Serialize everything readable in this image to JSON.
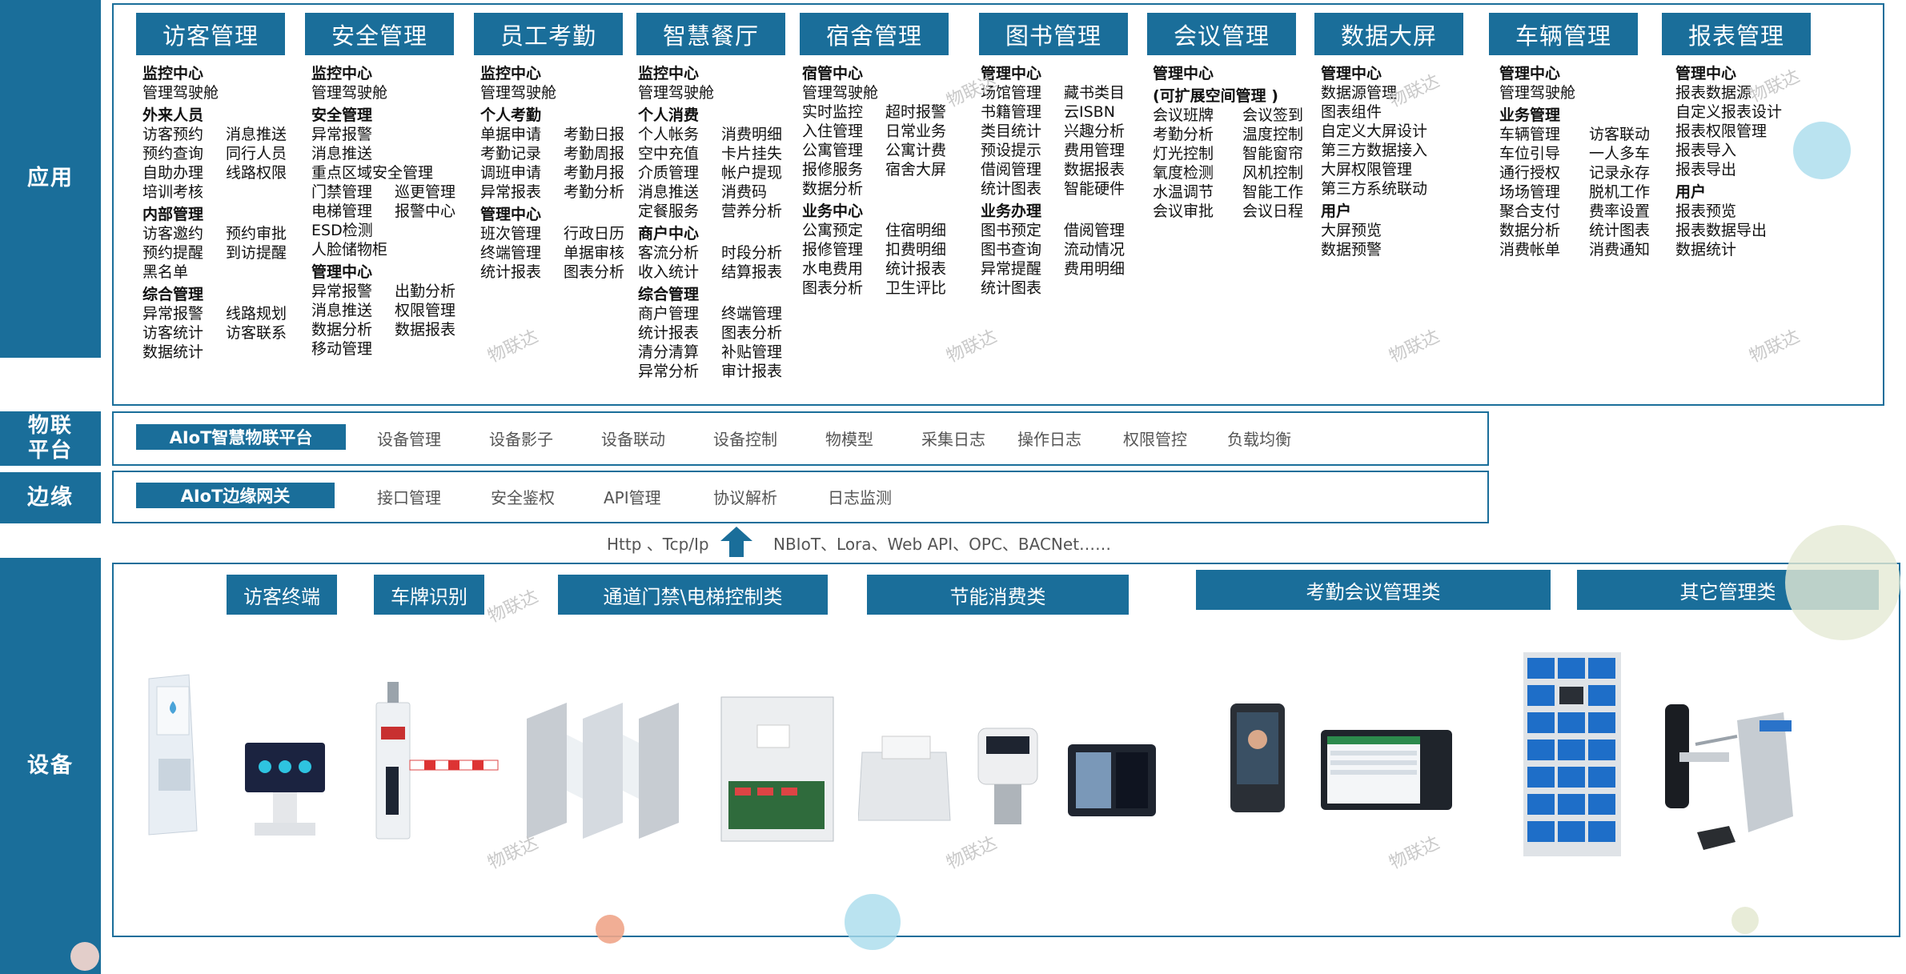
{
  "layers": {
    "app": "应用",
    "iot": "物联\n平台",
    "edge": "边缘",
    "device": "设备"
  },
  "modules": [
    {
      "title": "访客管理",
      "groups": [
        {
          "name": "监控中心",
          "items": [
            [
              "管理驾驶舱"
            ]
          ]
        },
        {
          "name": "外来人员",
          "items": [
            [
              "访客预约",
              "消息推送"
            ],
            [
              "预约查询",
              "同行人员"
            ],
            [
              "自助办理",
              "线路权限"
            ],
            [
              "培训考核"
            ]
          ]
        },
        {
          "name": "内部管理",
          "items": [
            [
              "访客邀约",
              "预约审批"
            ],
            [
              "预约提醒",
              "到访提醒"
            ],
            [
              "黑名单"
            ]
          ]
        },
        {
          "name": "综合管理",
          "items": [
            [
              "异常报警",
              "线路规划"
            ],
            [
              "访客统计",
              "访客联系"
            ],
            [
              "数据统计"
            ]
          ]
        }
      ]
    },
    {
      "title": "安全管理",
      "groups": [
        {
          "name": "监控中心",
          "items": [
            [
              "管理驾驶舱"
            ]
          ]
        },
        {
          "name": "安全管理",
          "items": [
            [
              "异常报警"
            ],
            [
              "消息推送"
            ],
            [
              "重点区域安全管理"
            ],
            [
              "门禁管理",
              "巡更管理"
            ],
            [
              "电梯管理",
              "报警中心"
            ],
            [
              "ESD检测"
            ],
            [
              "人脸储物柜"
            ]
          ]
        },
        {
          "name": "管理中心",
          "items": [
            [
              "异常报警",
              "出勤分析"
            ],
            [
              "消息推送",
              "权限管理"
            ],
            [
              "数据分析",
              "数据报表"
            ],
            [
              "移动管理"
            ]
          ]
        }
      ]
    },
    {
      "title": "员工考勤",
      "groups": [
        {
          "name": "监控中心",
          "items": [
            [
              "管理驾驶舱"
            ]
          ]
        },
        {
          "name": "个人考勤",
          "items": [
            [
              "单据申请",
              "考勤日报"
            ],
            [
              "考勤记录",
              "考勤周报"
            ],
            [
              "调班申请",
              "考勤月报"
            ],
            [
              "异常报表",
              "考勤分析"
            ]
          ]
        },
        {
          "name": "管理中心",
          "items": [
            [
              "班次管理",
              "行政日历"
            ],
            [
              "终端管理",
              "单据审核"
            ],
            [
              "统计报表",
              "图表分析"
            ]
          ]
        }
      ]
    },
    {
      "title": "智慧餐厅",
      "groups": [
        {
          "name": "监控中心",
          "items": [
            [
              "管理驾驶舱"
            ]
          ]
        },
        {
          "name": "个人消费",
          "items": [
            [
              "个人帐务",
              "消费明细"
            ],
            [
              "空中充值",
              "卡片挂失"
            ],
            [
              "介质管理",
              "帐户提现"
            ],
            [
              "消息推送",
              "消费码"
            ],
            [
              "定餐服务",
              "营养分析"
            ]
          ]
        },
        {
          "name": "商户中心",
          "items": [
            [
              "客流分析",
              "时段分析"
            ],
            [
              "收入统计",
              "结算报表"
            ]
          ]
        },
        {
          "name": "综合管理",
          "items": [
            [
              "商户管理",
              "终端管理"
            ],
            [
              "统计报表",
              "图表分析"
            ],
            [
              "清分清算",
              "补贴管理"
            ],
            [
              "异常分析",
              "审计报表"
            ]
          ]
        }
      ]
    },
    {
      "title": "宿舍管理",
      "groups": [
        {
          "name": "宿管中心",
          "items": [
            [
              "管理驾驶舱"
            ],
            [
              "实时监控",
              "超时报警"
            ],
            [
              "入住管理",
              "日常业务"
            ],
            [
              "公寓管理",
              "公寓计费"
            ],
            [
              "报修服务",
              "宿舍大屏"
            ],
            [
              "数据分析"
            ]
          ]
        },
        {
          "name": "业务中心",
          "items": [
            [
              "公寓预定",
              "住宿明细"
            ],
            [
              "报修管理",
              "扣费明细"
            ],
            [
              "水电费用",
              "统计报表"
            ],
            [
              "图表分析",
              "卫生评比"
            ]
          ]
        }
      ]
    },
    {
      "title": "图书管理",
      "groups": [
        {
          "name": "管理中心",
          "items": [
            [
              "场馆管理",
              "藏书类目"
            ],
            [
              "书籍管理",
              "云ISBN"
            ],
            [
              "类目统计",
              "兴趣分析"
            ],
            [
              "预设提示",
              "费用管理"
            ],
            [
              "借阅管理",
              "数据报表"
            ],
            [
              "统计图表",
              "智能硬件"
            ]
          ]
        },
        {
          "name": "业务办理",
          "items": [
            [
              "图书预定",
              "借阅管理"
            ],
            [
              "图书查询",
              "流动情况"
            ],
            [
              "异常提醒",
              "费用明细"
            ],
            [
              "统计图表"
            ]
          ]
        }
      ]
    },
    {
      "title": "会议管理",
      "groups": [
        {
          "name": "管理中心",
          "items": []
        },
        {
          "name": "(可扩展空间管理 )",
          "items": [
            [
              "会议班牌",
              "会议签到"
            ],
            [
              "考勤分析",
              "温度控制"
            ],
            [
              "灯光控制",
              "智能窗帘"
            ],
            [
              "氧度检测",
              "风机控制"
            ],
            [
              "水温调节",
              "智能工作"
            ],
            [
              "会议审批",
              "会议日程"
            ]
          ]
        }
      ]
    },
    {
      "title": "数据大屏",
      "groups": [
        {
          "name": "管理中心",
          "items": [
            [
              "数据源管理"
            ],
            [
              "图表组件"
            ],
            [
              "自定义大屏设计"
            ],
            [
              "第三方数据接入"
            ],
            [
              "大屏权限管理"
            ],
            [
              "第三方系统联动"
            ]
          ]
        },
        {
          "name": "用户",
          "items": [
            [
              "大屏预览"
            ],
            [
              "数据预警"
            ]
          ]
        }
      ]
    },
    {
      "title": "车辆管理",
      "groups": [
        {
          "name": "管理中心",
          "items": [
            [
              "管理驾驶舱"
            ]
          ]
        },
        {
          "name": "业务管理",
          "items": [
            [
              "车辆管理",
              "访客联动"
            ],
            [
              "车位引导",
              "一人多车"
            ],
            [
              "通行授权",
              "记录永存"
            ],
            [
              "场场管理",
              "脱机工作"
            ],
            [
              "聚合支付",
              "费率设置"
            ],
            [
              "数据分析",
              "统计图表"
            ],
            [
              "消费帐单",
              "消费通知"
            ]
          ]
        }
      ]
    },
    {
      "title": "报表管理",
      "groups": [
        {
          "name": "管理中心",
          "items": [
            [
              "报表数据源"
            ],
            [
              "自定义报表设计"
            ],
            [
              "报表权限管理"
            ],
            [
              "报表导入"
            ],
            [
              "报表导出"
            ]
          ]
        },
        {
          "name": "用户",
          "items": [
            [
              "报表预览"
            ],
            [
              "报表数据导出"
            ],
            [
              "数据统计"
            ]
          ]
        }
      ]
    }
  ],
  "iot_platform": {
    "tag": "AIoT智慧物联平台",
    "items": [
      "设备管理",
      "设备影子",
      "设备联动",
      "设备控制",
      "物模型",
      "采集日志",
      "操作日志",
      "权限管控",
      "负载均衡"
    ]
  },
  "edge_gateway": {
    "tag": "AIoT边缘网关",
    "items": [
      "接口管理",
      "安全鉴权",
      "API管理",
      "协议解析",
      "日志监测"
    ]
  },
  "protocols": {
    "left": "Http 、Tcp/Ip",
    "right": "NBIoT、Lora、Web API、OPC、BACNet……"
  },
  "device_categories": [
    "访客终端",
    "车牌识别",
    "通道门禁\\电梯控制类",
    "节能消费类",
    "考勤会议管理类",
    "其它管理类"
  ],
  "watermark": "物联达",
  "colors": {
    "primary": "#1a6e9a",
    "accent_blue": "#1e6ec8"
  }
}
